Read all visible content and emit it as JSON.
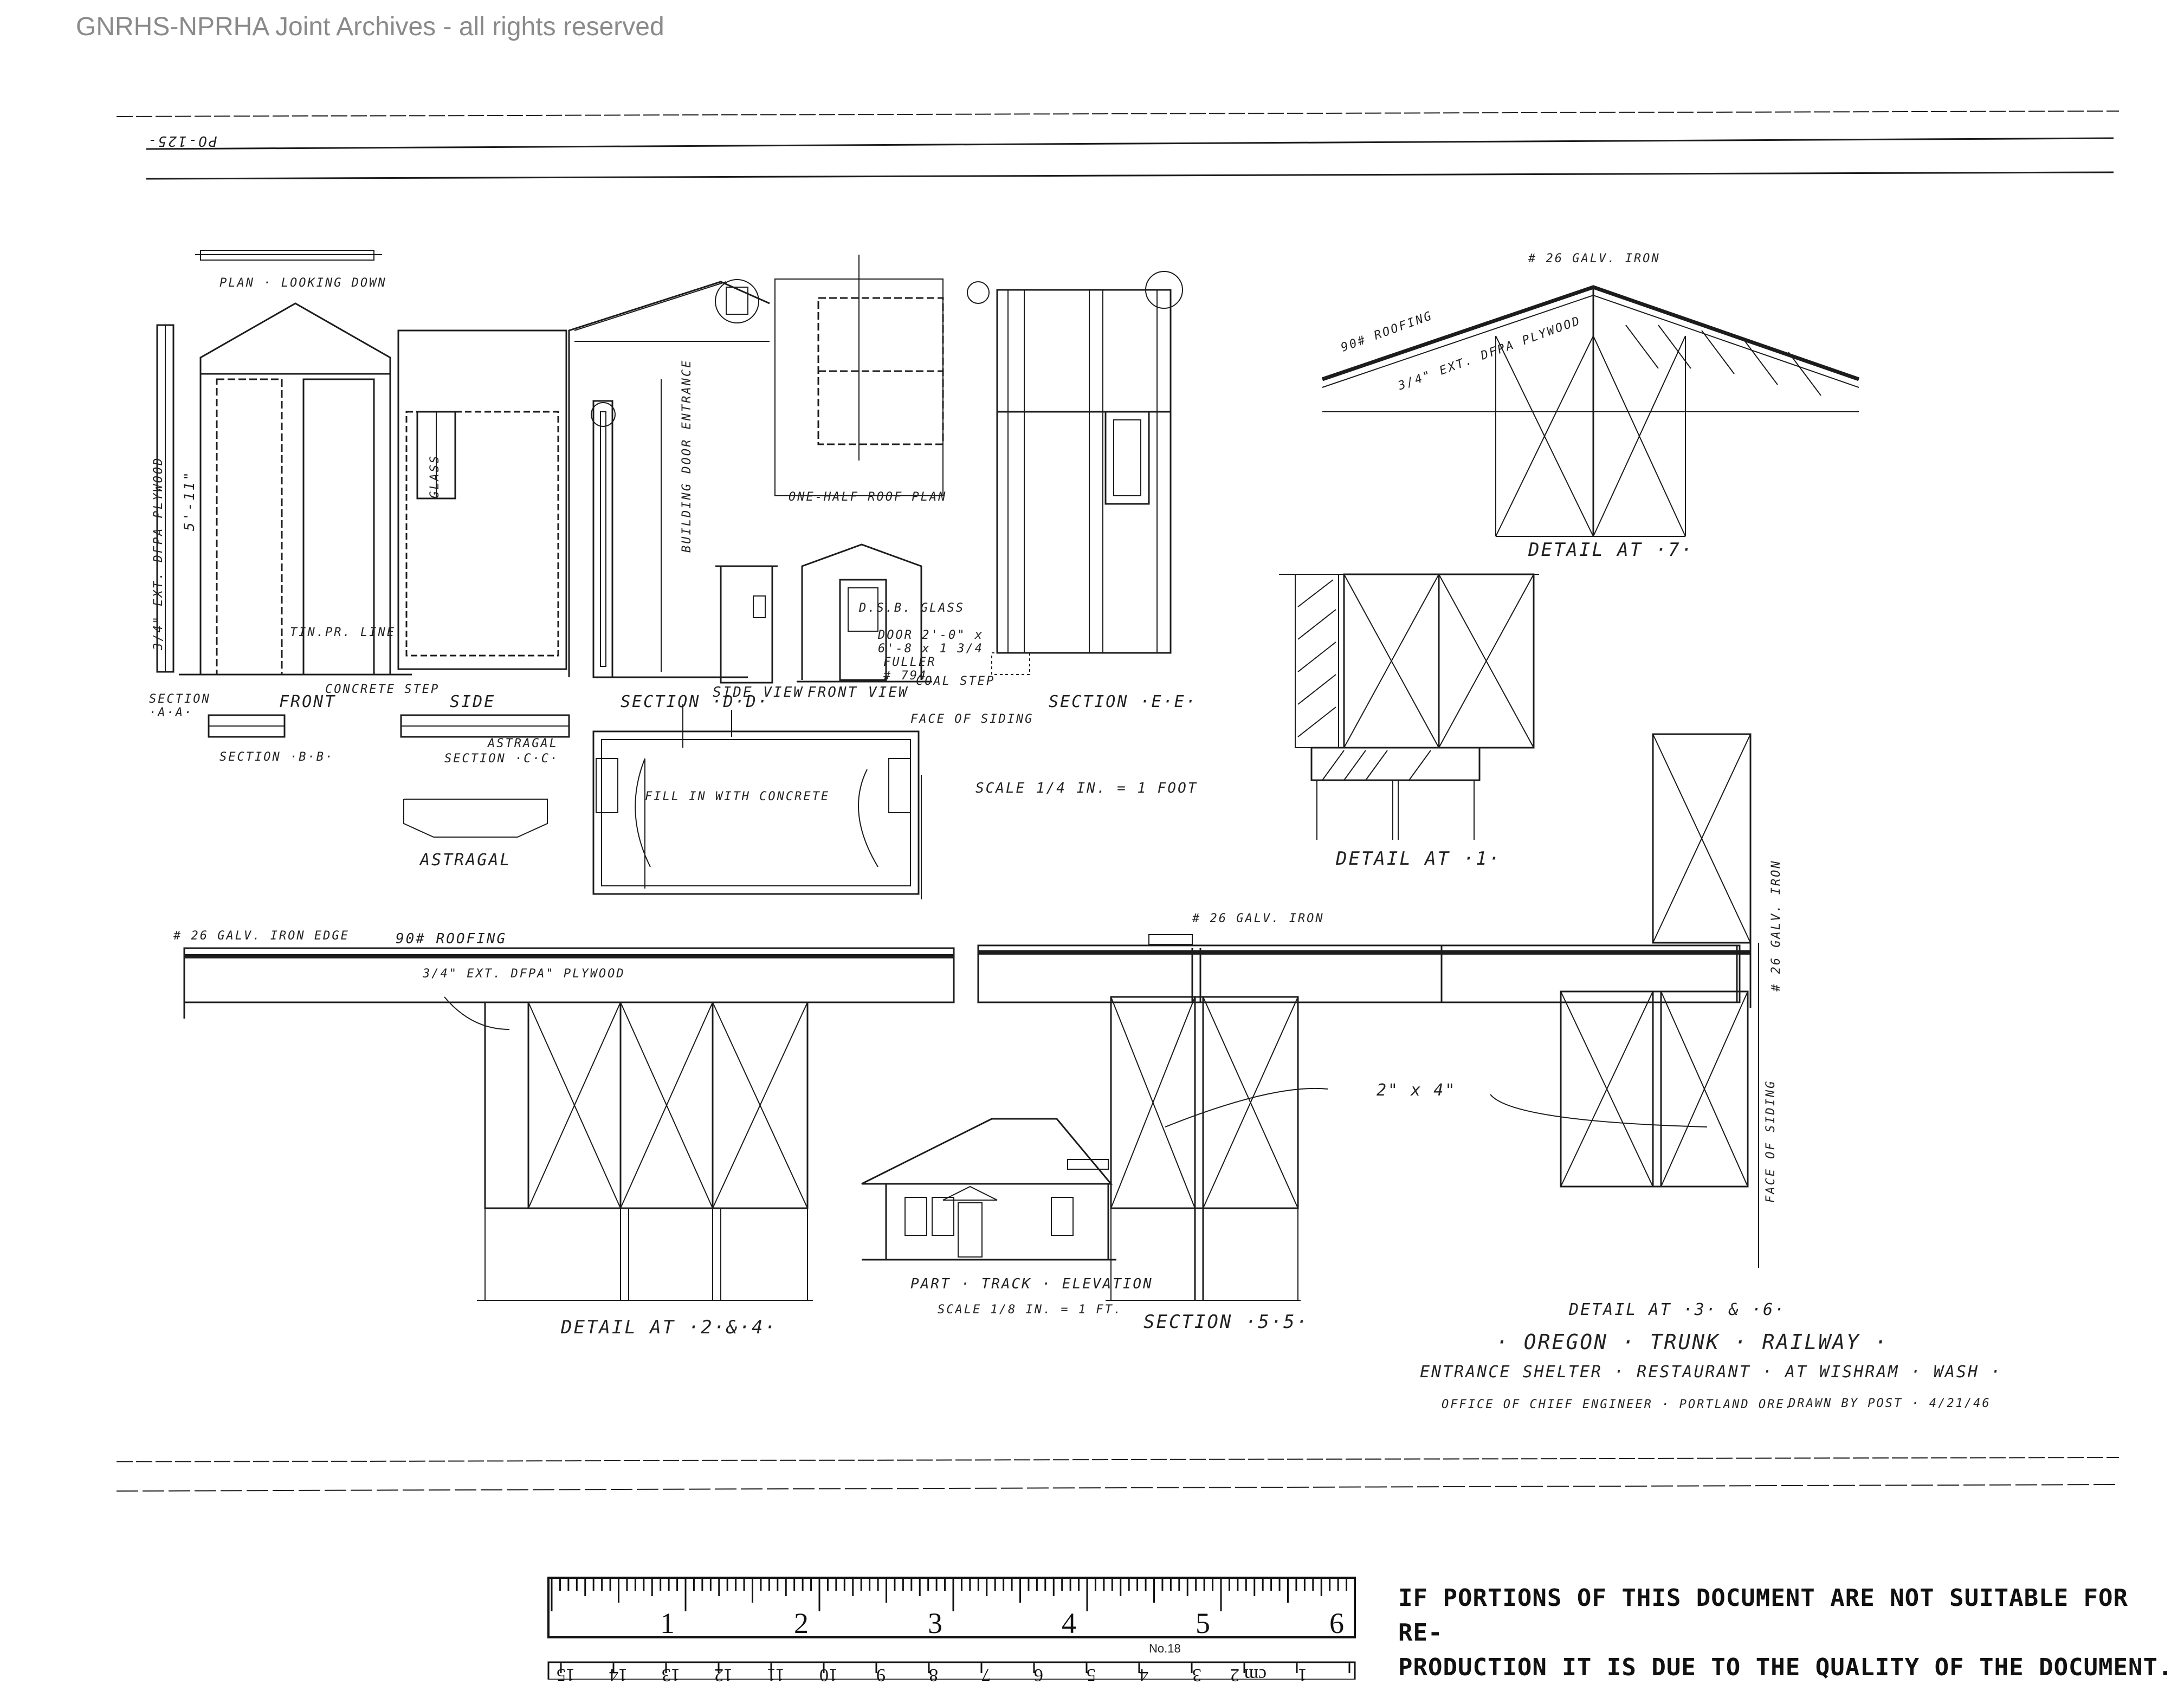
{
  "watermark": "GNRHS-NPRHA Joint Archives - all rights reserved",
  "sheet": {
    "code": "PO-125-",
    "top_labels": {
      "plan_looking_down": "PLAN · LOOKING DOWN",
      "side_plywood": "3/4\" EXT. DFPA PLYWOOD",
      "dim_511": "5'-11\"",
      "tin_pr_line": "TIN.PR. LINE",
      "concrete_step": "CONCRETE STEP",
      "section_aa": "SECTION ·A·A·",
      "front": "FRONT",
      "side": "SIDE",
      "section_bb": "SECTION ·B·B·",
      "astragal_tag": "ASTRAGAL",
      "section_cc": "SECTION ·C·C·",
      "astragal": "ASTRAGAL",
      "glass": "GLASS",
      "section_dd": "SECTION ·D·D·",
      "building_door_entrance": "BUILDING DOOR ENTRANCE",
      "one_half_roof_plan": "ONE-HALF ROOF PLAN",
      "side_view": "SIDE VIEW",
      "front_view": "FRONT VIEW",
      "dsb_glass": "D.S.B. GLASS",
      "door_note_1": "DOOR 2'-0\" x",
      "door_note_2": "6'-8 x 1 3/4",
      "door_note_3": "FULLER",
      "door_note_4": "# 794",
      "coal_step": "COAL STEP",
      "section_ee": "SECTION ·E·E·",
      "face_of_siding": "FACE OF SIDING",
      "fill_in_with_concrete": "FILL IN WITH CONCRETE",
      "scale": "SCALE 1/4 IN. = 1 FOOT",
      "galv_iron_top": "# 26 GALV. IRON",
      "roofing_90": "90# ROOFING",
      "ext_dfpa_plywood": "3/4\" EXT. DFPA PLYWOOD",
      "detail_at_7": "DETAIL AT ·7·",
      "detail_at_1": "DETAIL AT ·1·"
    },
    "mid_labels": {
      "galv_iron_edge": "# 26 GALV. IRON EDGE",
      "roofing_90": "90# ROOFING",
      "plywood": "3/4\" EXT. DFPA\" PLYWOOD",
      "galv_iron_mid": "# 26 GALV. IRON",
      "galv_iron_right": "# 26 GALV. IRON",
      "two_by_four": "2\" x 4\"",
      "face_of_siding": "FACE OF SIDING",
      "detail_at_284": "DETAIL AT ·2·&·4·",
      "part_track_elevation": "PART · TRACK · ELEVATION",
      "elevation_scale": "SCALE 1/8 IN. = 1 FT.",
      "section_55": "SECTION ·5·5·",
      "detail_at_36": "DETAIL AT ·3· & ·6·"
    },
    "title_block": {
      "railway": "· OREGON · TRUNK · RAILWAY ·",
      "subject": "ENTRANCE SHELTER · RESTAURANT · AT WISHRAM · WASH ·",
      "office": "OFFICE OF CHIEF ENGINEER · PORTLAND ORE.",
      "drawn_by": "DRAWN BY POST · 4/21/46"
    }
  },
  "ruler": {
    "inches": [
      "1",
      "2",
      "3",
      "4",
      "5",
      "6"
    ],
    "cm": [
      "1",
      "cm 2",
      "3",
      "4",
      "5",
      "6",
      "7",
      "8",
      "9",
      "10",
      "11",
      "12",
      "13",
      "14",
      "15"
    ],
    "model": "No.18"
  },
  "notice": {
    "line1": "IF PORTIONS OF THIS DOCUMENT ARE NOT SUITABLE FOR RE-",
    "line2": "PRODUCTION IT IS DUE TO THE QUALITY OF THE DOCUMENT."
  }
}
